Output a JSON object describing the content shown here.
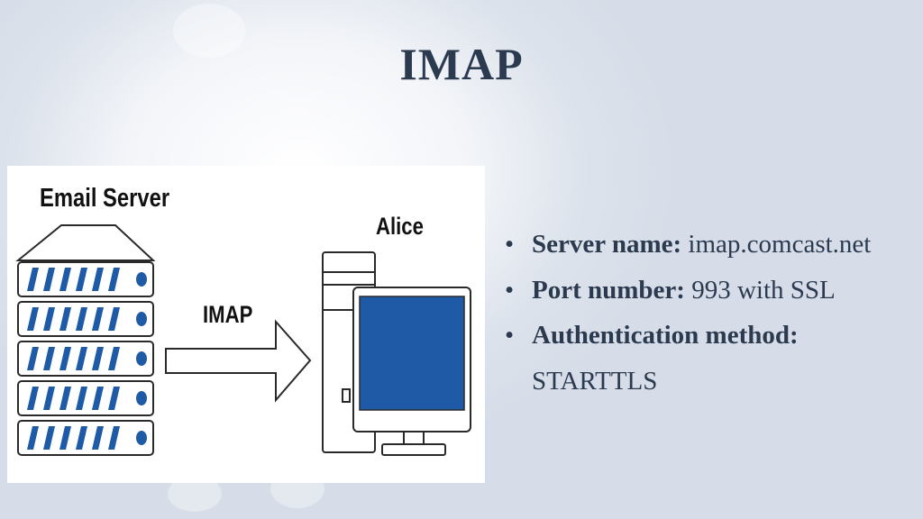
{
  "slide": {
    "title": "IMAP"
  },
  "diagram": {
    "server_label": "Email Server",
    "client_label": "Alice",
    "arrow_label": "IMAP",
    "colors": {
      "accent": "#1f5aa6",
      "line": "#2a2a2a"
    }
  },
  "bullets": [
    {
      "label": "Server name:",
      "value": " imap.comcast.net"
    },
    {
      "label": "Port number:",
      "value": " 993 with SSL"
    },
    {
      "label": "Authentication method:",
      "value": " STARTTLS"
    }
  ],
  "bullet_glyph": "•"
}
